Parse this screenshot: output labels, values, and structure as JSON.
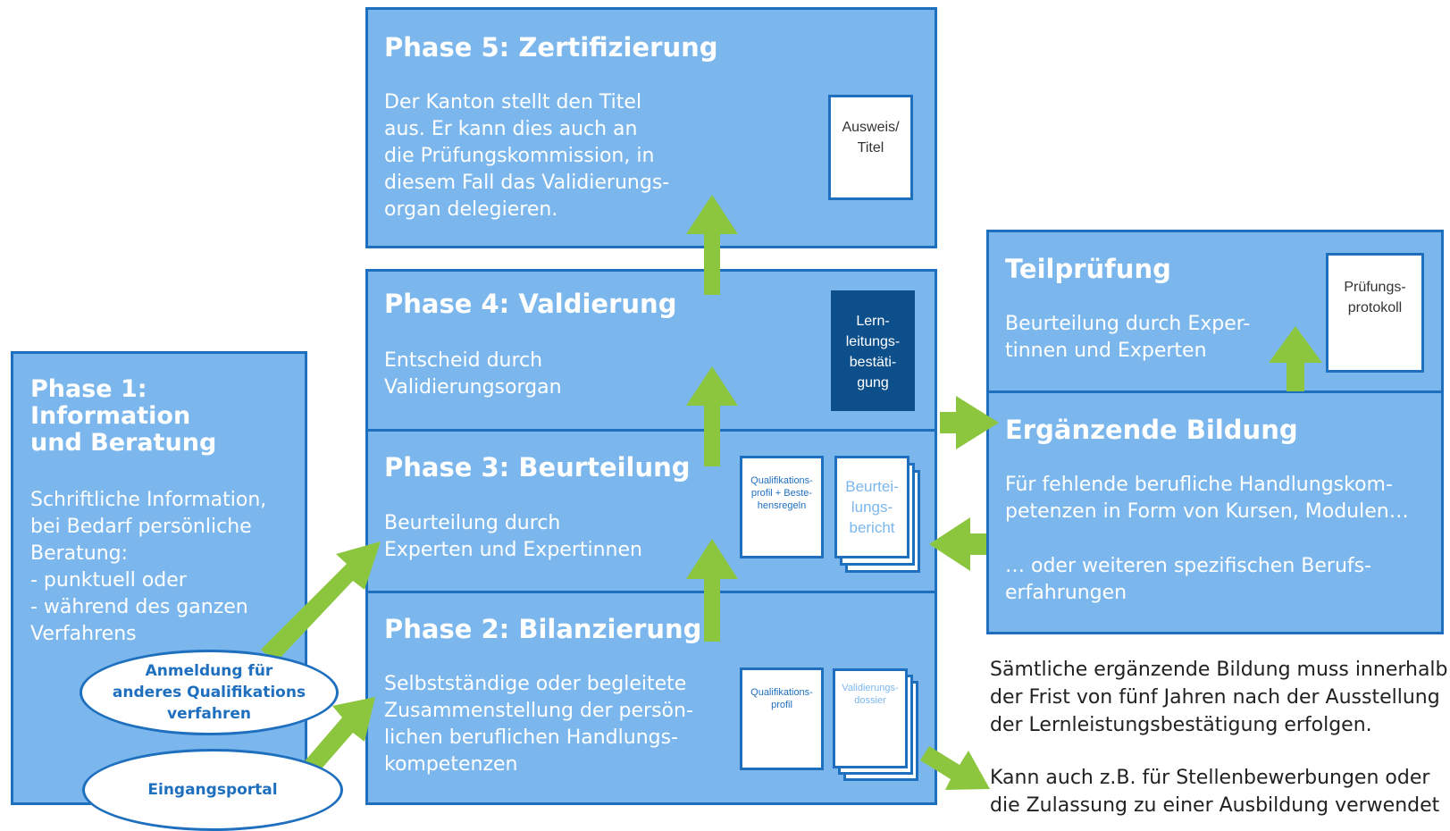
{
  "phases": {
    "phase1": {
      "title": "Phase 1:\nInformation\nund Beratung",
      "body": "Schriftliche Information,\nbei Bedarf persönliche\nBeratung:\n- punktuell oder\n- während des ganzen\n   Verfahrens"
    },
    "phase2": {
      "title": "Phase 2: Bilanzierung",
      "body": "Selbstständige oder begleitete\nZusammenstellung der persön-\nlichen beruflichen Handlungs-\nkompetenzen"
    },
    "phase3": {
      "title": "Phase 3: Beurteilung",
      "body": "Beurteilung durch\nExperten und Expertinnen"
    },
    "phase4": {
      "title": "Phase 4: Valdierung",
      "body": "Entscheid durch\nValidierungsorgan"
    },
    "phase5": {
      "title": "Phase 5: Zertifizierung",
      "body": "Der Kanton stellt den Titel\naus. Er kann dies auch an\ndie Prüfungskommission, in\ndiesem Fall das Validierungs-\norgan delegieren."
    }
  },
  "teilpruefung": {
    "title": "Teilprüfung",
    "body": "Beurteilung durch Exper-\ntinnen und Experten"
  },
  "ergaenzende_bildung": {
    "title": "Ergänzende Bildung",
    "body1": "Für fehlende berufliche Handlungskom-\npetenzen in Form von Kursen, Modulen…",
    "body2": "… oder weiteren spezifischen Berufs-\nerfahrungen"
  },
  "documents": {
    "ausweis": "Ausweis/\nTitel",
    "lernleistung": "Lern-\nleitungs-\nbestäti-\ngung",
    "qualprofil_regeln": "Qualifikations-\nprofil + Beste-\nhensregeln",
    "beurteilungsbericht": "Beurtei-\nlungs-\nbericht",
    "qualprofil": "Qualifikations-\nprofil",
    "validierungsdossier": "Validierungs-\ndossier",
    "pruefungsprotokoll": "Prüfungs-\nprotokoll"
  },
  "ovals": {
    "anmeldung": "Anmeldung für\nanderes Qualifikations\nverfahren",
    "eingangsportal": "Eingangsportal"
  },
  "notes": {
    "note1": "Sämtliche ergänzende Bildung muss innerhalb\nder Frist von fünf Jahren nach der Ausstellung\nder Lernleistungsbestätigung erfolgen.",
    "note2": "Kann auch z.B. für Stellenbewerbungen oder\ndie Zulassung zu einer Ausbildung verwendet"
  },
  "colors": {
    "box_fill": "#7bb7ec",
    "box_border": "#1f6fbf",
    "arrow": "#8cc63f",
    "dark_doc": "#0d4f8b"
  }
}
